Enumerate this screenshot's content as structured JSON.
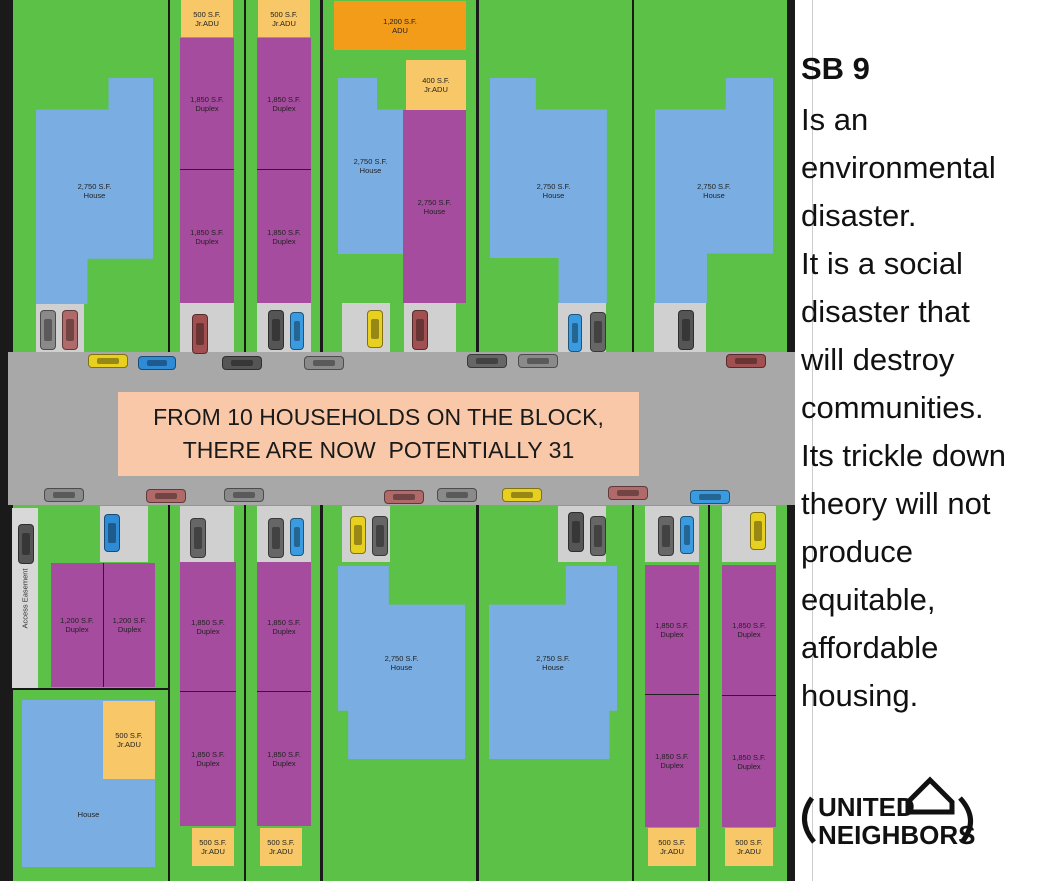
{
  "headline": "SB 9",
  "body_lines": [
    "Is an",
    "environmental",
    "disaster.",
    "It is a social",
    "disaster that",
    "will destroy",
    "communities.",
    "Its trickle down",
    "theory will not",
    "produce",
    "equitable,",
    "affordable",
    "housing."
  ],
  "banner": {
    "line1": "FROM 10 HOUSEHOLDS ON THE BLOCK,",
    "line2": "THERE ARE NOW  POTENTIALLY 31"
  },
  "easement_label": "Access Easement",
  "logo": {
    "line1": "UNITED",
    "line2": "NEIGHBORS"
  },
  "colors": {
    "lawn": "#5cc247",
    "house": "#7aaee3",
    "duplex": "#a64c9e",
    "jr_adu": "#f7c768",
    "adu": "#f39c1a",
    "street": "#a8a8a8",
    "banner": "#f8c8a8"
  },
  "buildings": [
    {
      "type": "jradu",
      "lines": [
        "500 S.F.",
        "Jr.ADU"
      ]
    },
    {
      "type": "jradu",
      "lines": [
        "500 S.F.",
        "Jr.ADU"
      ]
    },
    {
      "type": "adu",
      "lines": [
        "1,200 S.F.",
        "ADU"
      ]
    },
    {
      "type": "house",
      "lines": [
        "2,750 S.F.",
        "House"
      ]
    },
    {
      "type": "duplex",
      "lines": [
        "1,850 S.F.",
        "Duplex"
      ]
    },
    {
      "type": "duplex",
      "lines": [
        "1,850 S.F.",
        "Duplex"
      ]
    },
    {
      "type": "duplex",
      "lines": [
        "1,850 S.F.",
        "Duplex"
      ]
    },
    {
      "type": "duplex",
      "lines": [
        "1,850 S.F.",
        "Duplex"
      ]
    },
    {
      "type": "house",
      "lines": [
        "2,750 S.F.",
        "House"
      ]
    },
    {
      "type": "jradu",
      "lines": [
        "400 S.F.",
        "Jr.ADU"
      ]
    },
    {
      "type": "duplex",
      "lines": [
        "2,750 S.F.",
        "House"
      ]
    },
    {
      "type": "house",
      "lines": [
        "2,750 S.F.",
        "House"
      ]
    },
    {
      "type": "house",
      "lines": [
        "2,750 S.F.",
        "House"
      ]
    },
    {
      "type": "duplex",
      "lines": [
        "1,200 S.F.",
        "Duplex"
      ]
    },
    {
      "type": "duplex",
      "lines": [
        "1,200 S.F.",
        "Duplex"
      ]
    },
    {
      "type": "house",
      "lines": [
        "House"
      ]
    },
    {
      "type": "jradu",
      "lines": [
        "500 S.F.",
        "Jr.ADU"
      ]
    },
    {
      "type": "duplex",
      "lines": [
        "1,850 S.F.",
        "Duplex"
      ]
    },
    {
      "type": "duplex",
      "lines": [
        "1,850 S.F.",
        "Duplex"
      ]
    },
    {
      "type": "jradu",
      "lines": [
        "500 S.F.",
        "Jr.ADU"
      ]
    },
    {
      "type": "duplex",
      "lines": [
        "1,850 S.F.",
        "Duplex"
      ]
    },
    {
      "type": "duplex",
      "lines": [
        "1,850 S.F.",
        "Duplex"
      ]
    },
    {
      "type": "jradu",
      "lines": [
        "500 S.F.",
        "Jr.ADU"
      ]
    },
    {
      "type": "house",
      "lines": [
        "2,750 S.F.",
        "House"
      ]
    },
    {
      "type": "house",
      "lines": [
        "2,750 S.F.",
        "House"
      ]
    },
    {
      "type": "duplex",
      "lines": [
        "1,850 S.F.",
        "Duplex"
      ]
    },
    {
      "type": "duplex",
      "lines": [
        "1,850 S.F.",
        "Duplex"
      ]
    },
    {
      "type": "jradu",
      "lines": [
        "500 S.F.",
        "Jr.ADU"
      ]
    },
    {
      "type": "duplex",
      "lines": [
        "1,850 S.F.",
        "Duplex"
      ]
    },
    {
      "type": "duplex",
      "lines": [
        "1,850 S.F.",
        "Duplex"
      ]
    },
    {
      "type": "jradu",
      "lines": [
        "500 S.F.",
        "Jr.ADU"
      ]
    }
  ],
  "car_colors": [
    "#8a8a8a",
    "#b06a6a",
    "#e8d020",
    "#2e8bd6",
    "#555555",
    "#a05050",
    "#3a9be0",
    "#666666"
  ]
}
